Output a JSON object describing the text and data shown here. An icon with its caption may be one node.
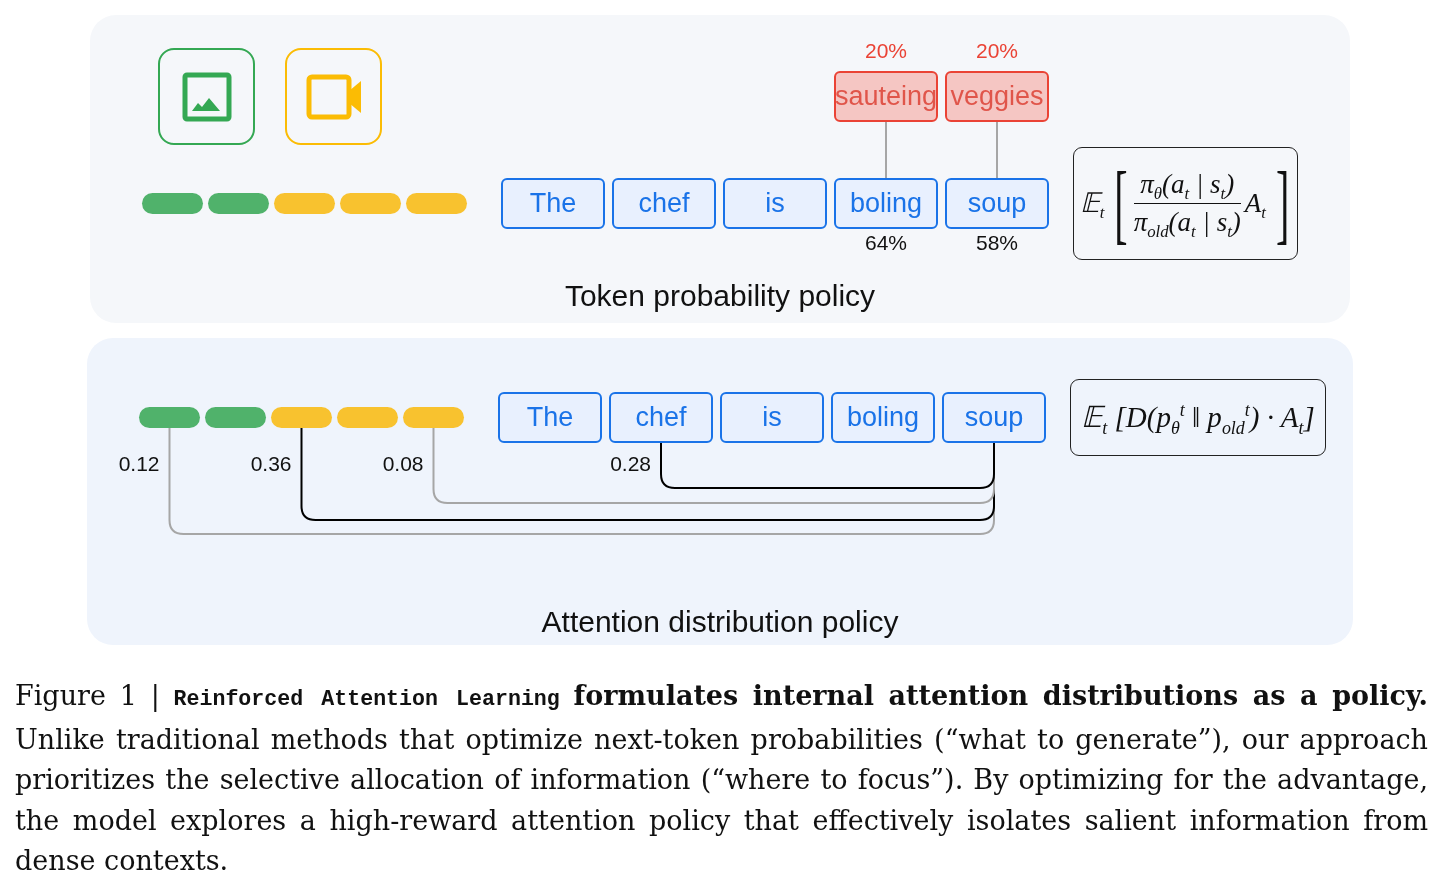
{
  "diagram": {
    "caption": "Figure 1 | **Reinforced Attention Learning** **formulates internal attention distributions as a policy.** Unlike traditional methods that optimize next-token probabilities (“what to generate”), our approach prioritizes the selective allocation of information (“where to focus”). By optimizing for the advantage, the model explores a high-reward attention policy that effectively isolates salient information from dense contexts.",
    "nodes": [
      {
        "text": [
          "Token probability policy"
        ]
      },
      {
        "text": [],
        "shape": "picture",
        "in": 0
      },
      {
        "text": [],
        "shape": "picture",
        "in": 0
      },
      {
        "text": [
          "sauteing"
        ],
        "beside": [
          "20%"
        ],
        "in": 0
      },
      {
        "text": [
          "veggies"
        ],
        "beside": [
          "20%"
        ],
        "in": 0
      },
      {
        "text": [],
        "shape": "bar",
        "in": 0
      },
      {
        "text": [],
        "shape": "bar",
        "in": 0
      },
      {
        "text": [],
        "shape": "bar",
        "in": 0
      },
      {
        "text": [],
        "shape": "bar",
        "in": 0
      },
      {
        "text": [],
        "shape": "bar",
        "in": 0
      },
      {
        "text": [
          "The"
        ],
        "in": 0
      },
      {
        "text": [
          "chef"
        ],
        "in": 0
      },
      {
        "text": [
          "is"
        ],
        "in": 0
      },
      {
        "text": [
          "boling"
        ],
        "beside": [
          "64%"
        ],
        "in": 0
      },
      {
        "text": [
          "soup"
        ],
        "beside": [
          "58%"
        ],
        "in": 0
      },
      {
        "text": [
          "𝔼$_{t}$",
          "[",
          "π$_{θ}$(a$_{t}$ | s$_{t}$)",
          "π$_{old}$(a$_{t}$ | s$_{t}$)",
          "A$_{t}$",
          "]"
        ],
        "in": 0
      },
      {
        "text": [
          "Attention distribution policy"
        ]
      },
      {
        "text": [],
        "shape": "bar",
        "in": 16
      },
      {
        "text": [],
        "shape": "bar",
        "in": 16
      },
      {
        "text": [],
        "shape": "bar",
        "in": 16
      },
      {
        "text": [],
        "shape": "bar",
        "in": 16
      },
      {
        "text": [],
        "shape": "bar",
        "in": 16
      },
      {
        "text": [
          "The"
        ],
        "in": 16
      },
      {
        "text": [
          "chef"
        ],
        "in": 16
      },
      {
        "text": [
          "is"
        ],
        "in": 16
      },
      {
        "text": [
          "boling"
        ],
        "in": 16
      },
      {
        "text": [
          "soup"
        ],
        "in": 16
      },
      {
        "text": [
          "𝔼$_{t}$ [D(p$_{θ}$$^{t}$ ‖ p$_{old}$$^{t}$) · A$_{t}$]"
        ],
        "in": 16
      }
    ],
    "edges": [
      {
        "from": 3,
        "to": 13,
        "arrow": "none"
      },
      {
        "from": 4,
        "to": 14,
        "arrow": "none"
      },
      {
        "from": 26,
        "to": 17,
        "arrow": "none",
        "label": "0.12"
      },
      {
        "from": 26,
        "to": 19,
        "arrow": "none",
        "label": "0.36",
        "color": "#000000"
      },
      {
        "from": 26,
        "to": 21,
        "arrow": "none",
        "label": "0.08"
      },
      {
        "from": 26,
        "to": 23,
        "arrow": "none",
        "label": "0.28",
        "color": "#000000"
      }
    ]
  }
}
